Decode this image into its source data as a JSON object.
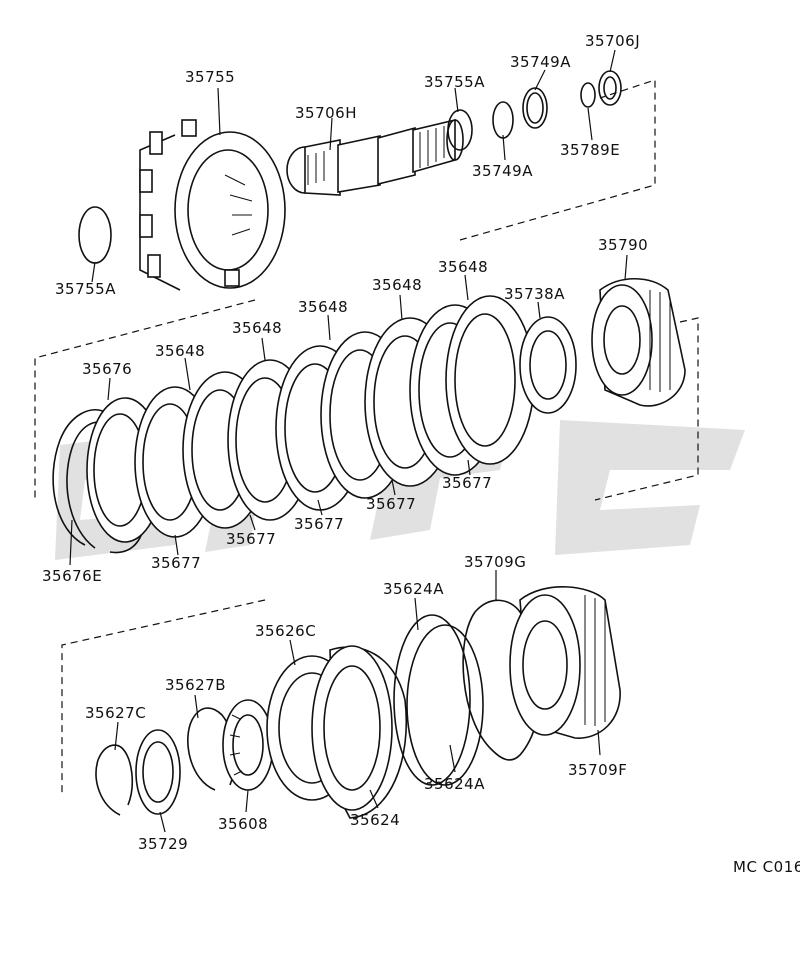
{
  "labels": {
    "l35755": "35755",
    "l35706H": "35706H",
    "l35755A_top": "35755A",
    "l35749A_top": "35749A",
    "l35706J": "35706J",
    "l35749A_bot": "35749A",
    "l35789E": "35789E",
    "l35755A_left": "35755A",
    "l35790": "35790",
    "l35648_a": "35648",
    "l35648_b": "35648",
    "l35648_c": "35648",
    "l35648_d": "35648",
    "l35648_e": "35648",
    "l35738A": "35738A",
    "l35676": "35676",
    "l35676E": "35676E",
    "l35677_a": "35677",
    "l35677_b": "35677",
    "l35677_c": "35677",
    "l35677_d": "35677",
    "l35677_e": "35677",
    "l35709G": "35709G",
    "l35624A_top": "35624A",
    "l35626C": "35626C",
    "l35627B": "35627B",
    "l35627C": "35627C",
    "l35729": "35729",
    "l35608": "35608",
    "l35624": "35624",
    "l35624A_bot": "35624A",
    "l35709F": "35709F"
  },
  "diagram_code": "MC C016"
}
